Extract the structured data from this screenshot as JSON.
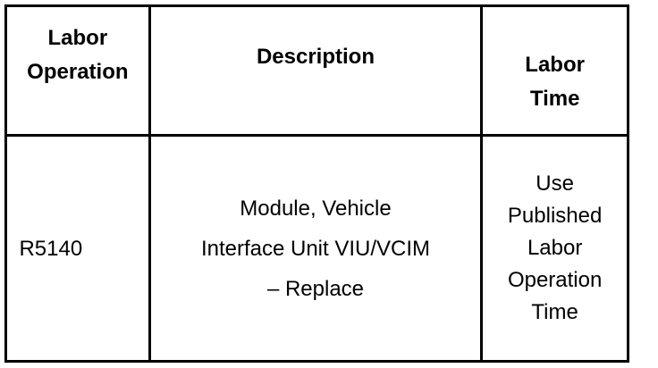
{
  "table": {
    "headers": {
      "labor_operation": "Labor\nOperation",
      "description": "Description",
      "labor_time": "Labor\nTime"
    },
    "rows": [
      {
        "labor_operation": "R5140",
        "description": "Module, Vehicle\nInterface Unit VIU/VCIM\n– Replace",
        "labor_time": "Use\nPublished\nLabor\nOperation\nTime"
      }
    ]
  }
}
